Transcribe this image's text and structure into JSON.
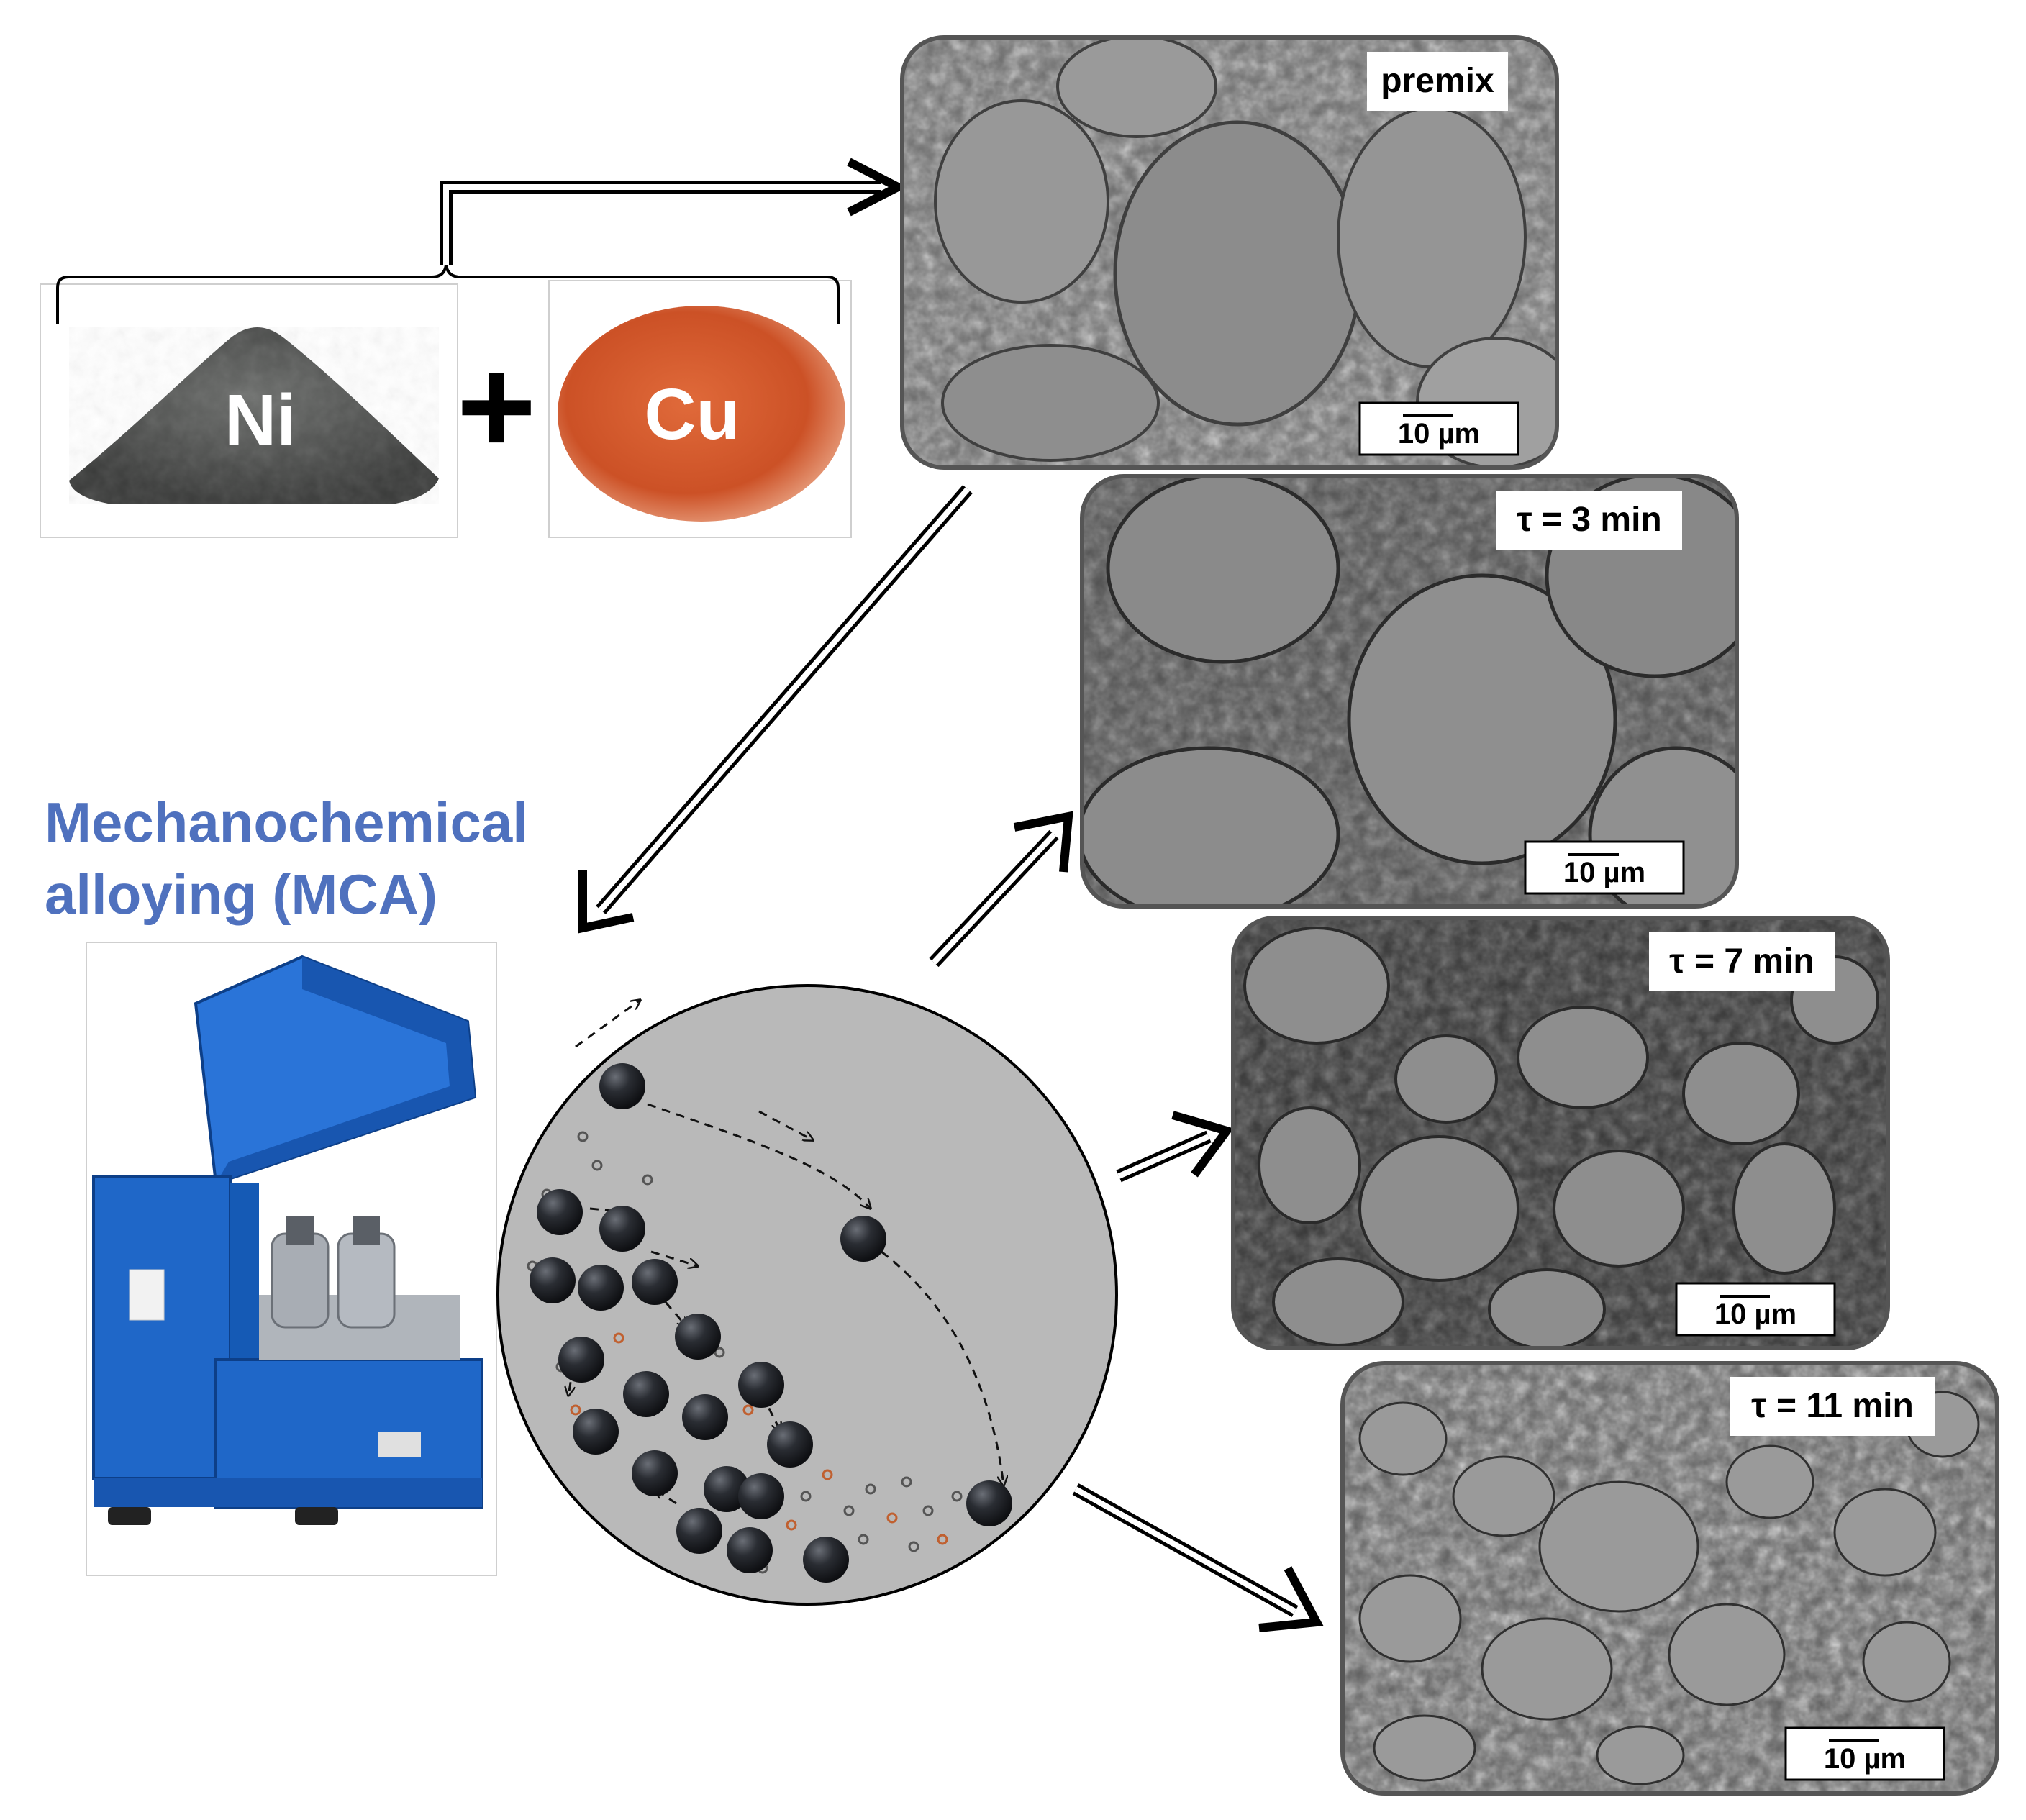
{
  "powders": {
    "ni_label": "Ni",
    "plus_sign": "+",
    "cu_label": "Cu"
  },
  "process": {
    "title_line1": "Mechanochemical",
    "title_line2": "alloying (MCA)"
  },
  "panels": [
    {
      "label": "premix",
      "scale": "10 µm"
    },
    {
      "label": "τ = 3 min",
      "scale": "10 µm"
    },
    {
      "label": "τ = 7 min",
      "scale": "10 µm"
    },
    {
      "label": "τ = 11 min",
      "scale": "10 µm"
    }
  ],
  "colors": {
    "title_blue": "#4f71be",
    "ni_powder": "#4a4c4a",
    "cu_powder": "#d05a2c",
    "mill_blue": "#1a63c6",
    "jar_gray": "#b9b9b9",
    "ball_dark": "#1f2125"
  }
}
